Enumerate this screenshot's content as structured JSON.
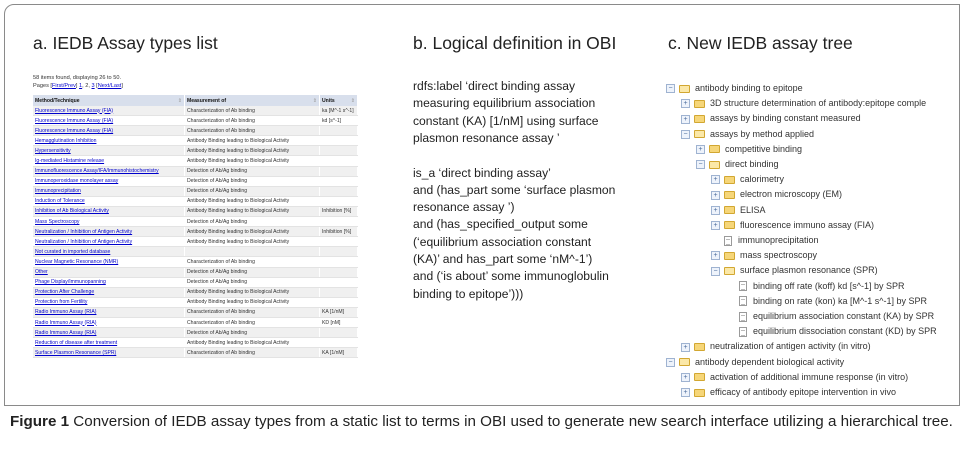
{
  "panels": {
    "a": {
      "title": "a. IEDB Assay types list"
    },
    "b": {
      "title": "b. Logical definition in OBI"
    },
    "c": {
      "title": "c. New IEDB assay tree"
    }
  },
  "assay_list": {
    "count_text": "58 items found, displaying 26 to 50.",
    "pages_prefix": "Pages [",
    "first_prev": "First/Prev",
    "pages_mid": "] ",
    "page1": "1",
    "page2": "2",
    "page3": "3",
    "pages_open": " [",
    "next_last": "Next/Last",
    "pages_suffix": "]",
    "headers": {
      "method": "Method/Technique",
      "measurement": "Measurement of",
      "units": "Units"
    },
    "rows": [
      {
        "method": "Fluorescence Immuno Assay (FIA)",
        "measurement": "Characterization of Ab binding",
        "units": "ka [M^-1 s^-1]"
      },
      {
        "method": "Fluorescence Immuno Assay (FIA)",
        "measurement": "Characterization of Ab binding",
        "units": "kd [s^-1]"
      },
      {
        "method": "Fluorescence Immuno Assay (FIA)",
        "measurement": "Characterization of Ab binding",
        "units": ""
      },
      {
        "method": "Hemagglutination Inhibition",
        "measurement": "Antibody Binding leading to Biological Activity",
        "units": ""
      },
      {
        "method": "Hypersensitivity",
        "measurement": "Antibody Binding leading to Biological Activity",
        "units": ""
      },
      {
        "method": "Ig-mediated Histamine release",
        "measurement": "Antibody Binding leading to Biological Activity",
        "units": ""
      },
      {
        "method": "Immunofluorescence Assay/IFA/Immunohistochemistry",
        "measurement": "Detection of Ab/Ag binding",
        "units": ""
      },
      {
        "method": "Immunoperoxidase monolayer assay",
        "measurement": "Detection of Ab/Ag binding",
        "units": ""
      },
      {
        "method": "Immunoprecipitation",
        "measurement": "Detection of Ab/Ag binding",
        "units": ""
      },
      {
        "method": "Induction of Tolerance",
        "measurement": "Antibody Binding leading to Biological Activity",
        "units": ""
      },
      {
        "method": "Inhibition of Ab Biological Activity",
        "measurement": "Antibody Binding leading to Biological Activity",
        "units": "Inhibition [%]"
      },
      {
        "method": "Mass Spectroscopy",
        "measurement": "Detection of Ab/Ag binding",
        "units": ""
      },
      {
        "method": "Neutralization / Inhibition of Antigen Activity",
        "measurement": "Antibody Binding leading to Biological Activity",
        "units": "Inhibition [%]"
      },
      {
        "method": "Neutralization / Inhibition of Antigen Activity",
        "measurement": "Antibody Binding leading to Biological Activity",
        "units": ""
      },
      {
        "method": "Not curated in imported database",
        "measurement": "",
        "units": ""
      },
      {
        "method": "Nuclear Magnetic Resonance (NMR)",
        "measurement": "Characterization of Ab binding",
        "units": ""
      },
      {
        "method": "Other",
        "measurement": "Detection of Ab/Ag binding",
        "units": ""
      },
      {
        "method": "Phage Display/Immunopanning",
        "measurement": "Detection of Ab/Ag binding",
        "units": ""
      },
      {
        "method": "Protection After Challenge",
        "measurement": "Antibody Binding leading to Biological Activity",
        "units": ""
      },
      {
        "method": "Protection from Fertility",
        "measurement": "Antibody Binding leading to Biological Activity",
        "units": ""
      },
      {
        "method": "Radio Immuno Assay (RIA)",
        "measurement": "Characterization of Ab binding",
        "units": "KA [1/nM]"
      },
      {
        "method": "Radio Immuno Assay (RIA)",
        "measurement": "Characterization of Ab binding",
        "units": "KD [nM]"
      },
      {
        "method": "Radio Immuno Assay (RIA)",
        "measurement": "Detection of Ab/Ag binding",
        "units": ""
      },
      {
        "method": "Reduction of disease after treatment",
        "measurement": "Antibody Binding leading to Biological Activity",
        "units": ""
      },
      {
        "method": "Surface Plasmon Resonance (SPR)",
        "measurement": "Characterization of Ab binding",
        "units": "KA [1/nM]"
      }
    ]
  },
  "obi_definition": {
    "lines": [
      "rdfs:label ‘direct binding assay",
      "measuring equilibrium association",
      "constant (KA) [1/nM] using surface",
      "plasmon resonance assay ’",
      "",
      "is_a ‘direct binding assay’",
      "and (has_part some ‘surface plasmon",
      "resonance assay ’)",
      "and (has_specified_output some",
      "   (‘equilibrium association constant",
      "(KA)’ and has_part some ‘nM^-1’)",
      " and (‘is about’ some immunoglobulin",
      "binding to epitope’)))"
    ]
  },
  "tree": {
    "nodes": [
      {
        "label": "antibody binding to epitope",
        "level": 0,
        "toggle": "−",
        "icon": "folder-open"
      },
      {
        "label": "3D structure determination of antibody:epitope comple",
        "level": 1,
        "toggle": "+",
        "icon": "folder"
      },
      {
        "label": "assays by binding constant measured",
        "level": 1,
        "toggle": "+",
        "icon": "folder"
      },
      {
        "label": "assays by method applied",
        "level": 1,
        "toggle": "−",
        "icon": "folder-open"
      },
      {
        "label": "competitive binding",
        "level": 2,
        "toggle": "+",
        "icon": "folder"
      },
      {
        "label": "direct binding",
        "level": 2,
        "toggle": "−",
        "icon": "folder-open"
      },
      {
        "label": "calorimetry",
        "level": 3,
        "toggle": "+",
        "icon": "folder"
      },
      {
        "label": "electron microscopy (EM)",
        "level": 3,
        "toggle": "+",
        "icon": "folder"
      },
      {
        "label": "ELISA",
        "level": 3,
        "toggle": "+",
        "icon": "folder"
      },
      {
        "label": "fluorescence immuno assay (FIA)",
        "level": 3,
        "toggle": "+",
        "icon": "folder"
      },
      {
        "label": "immunoprecipitation",
        "level": 3,
        "toggle": "",
        "icon": "doc"
      },
      {
        "label": "mass spectroscopy",
        "level": 3,
        "toggle": "+",
        "icon": "folder"
      },
      {
        "label": "surface plasmon resonance (SPR)",
        "level": 3,
        "toggle": "−",
        "icon": "folder-open"
      },
      {
        "label": "binding off rate (koff) kd [s^-1] by SPR",
        "level": 4,
        "toggle": "",
        "icon": "doc"
      },
      {
        "label": "binding on rate (kon) ka [M^-1 s^-1] by SPR",
        "level": 4,
        "toggle": "",
        "icon": "doc"
      },
      {
        "label": "equilibrium association constant (KA) by SPR",
        "level": 4,
        "toggle": "",
        "icon": "doc"
      },
      {
        "label": "equilibrium dissociation constant (KD) by SPR",
        "level": 4,
        "toggle": "",
        "icon": "doc"
      },
      {
        "label": "neutralization of antigen activity (in vitro)",
        "level": 1,
        "toggle": "+",
        "icon": "folder"
      },
      {
        "label": "antibody dependent biological activity",
        "level": 0,
        "toggle": "−",
        "icon": "folder-open"
      },
      {
        "label": "activation of additional immune response (in vitro)",
        "level": 1,
        "toggle": "+",
        "icon": "folder"
      },
      {
        "label": "efficacy of antibody epitope intervention in vivo",
        "level": 1,
        "toggle": "+",
        "icon": "folder"
      }
    ]
  },
  "caption": {
    "label": "Figure 1",
    "text": " Conversion of IEDB assay types from a static list to terms in OBI used to generate new search interface utilizing a hierarchical tree."
  }
}
